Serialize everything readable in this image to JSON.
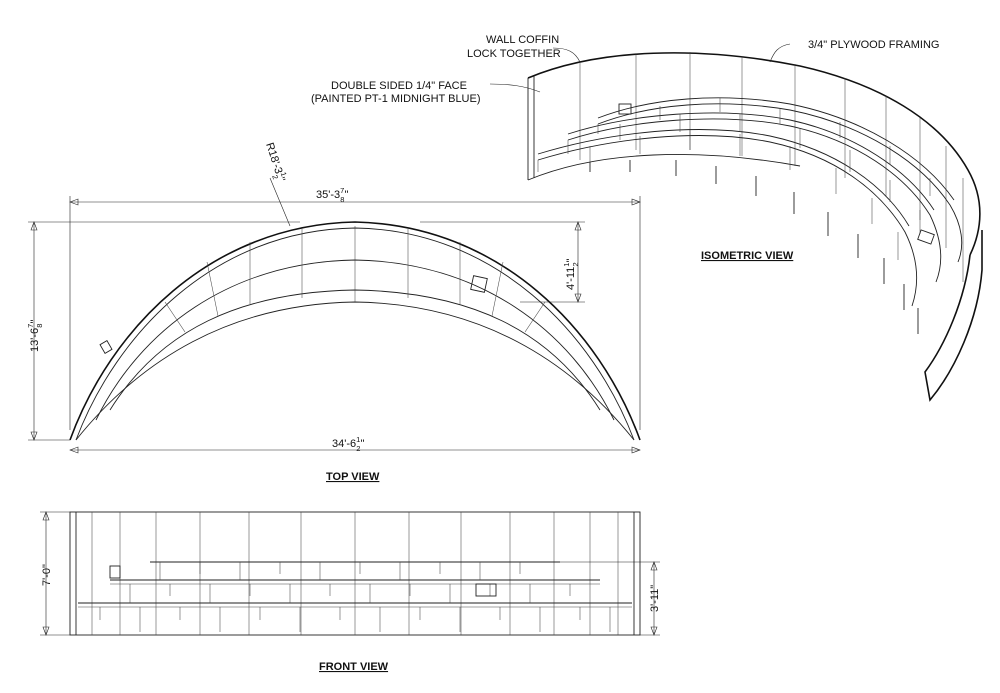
{
  "notes": {
    "wall_coffin": "WALL COFFIN",
    "lock_together": "LOCK TOGETHER",
    "plywood": "3/4\" PLYWOOD FRAMING",
    "face_line1": "DOUBLE SIDED 1/4\" FACE",
    "face_line2": "(PAINTED PT-1 MIDNIGHT BLUE)"
  },
  "views": {
    "top": "TOP VIEW",
    "front": "FRONT VIEW",
    "isometric": "ISOMETRIC VIEW"
  },
  "dimensions": {
    "overall_width": {
      "whole": "35'-3",
      "num": "7",
      "den": "8",
      "mark": "\""
    },
    "chord_width": {
      "whole": "34'-6",
      "num": "1",
      "den": "2",
      "mark": "\""
    },
    "depth": {
      "whole": "13'-6",
      "num": "7",
      "den": "8",
      "mark": "\""
    },
    "inner_depth": {
      "whole": "4'-11",
      "num": "1",
      "den": "2",
      "mark": "\""
    },
    "radius": {
      "whole": "R18'-3",
      "num": "1",
      "den": "2",
      "mark": "\""
    },
    "height": "7'-0\"",
    "step_height": "3'-11\""
  }
}
